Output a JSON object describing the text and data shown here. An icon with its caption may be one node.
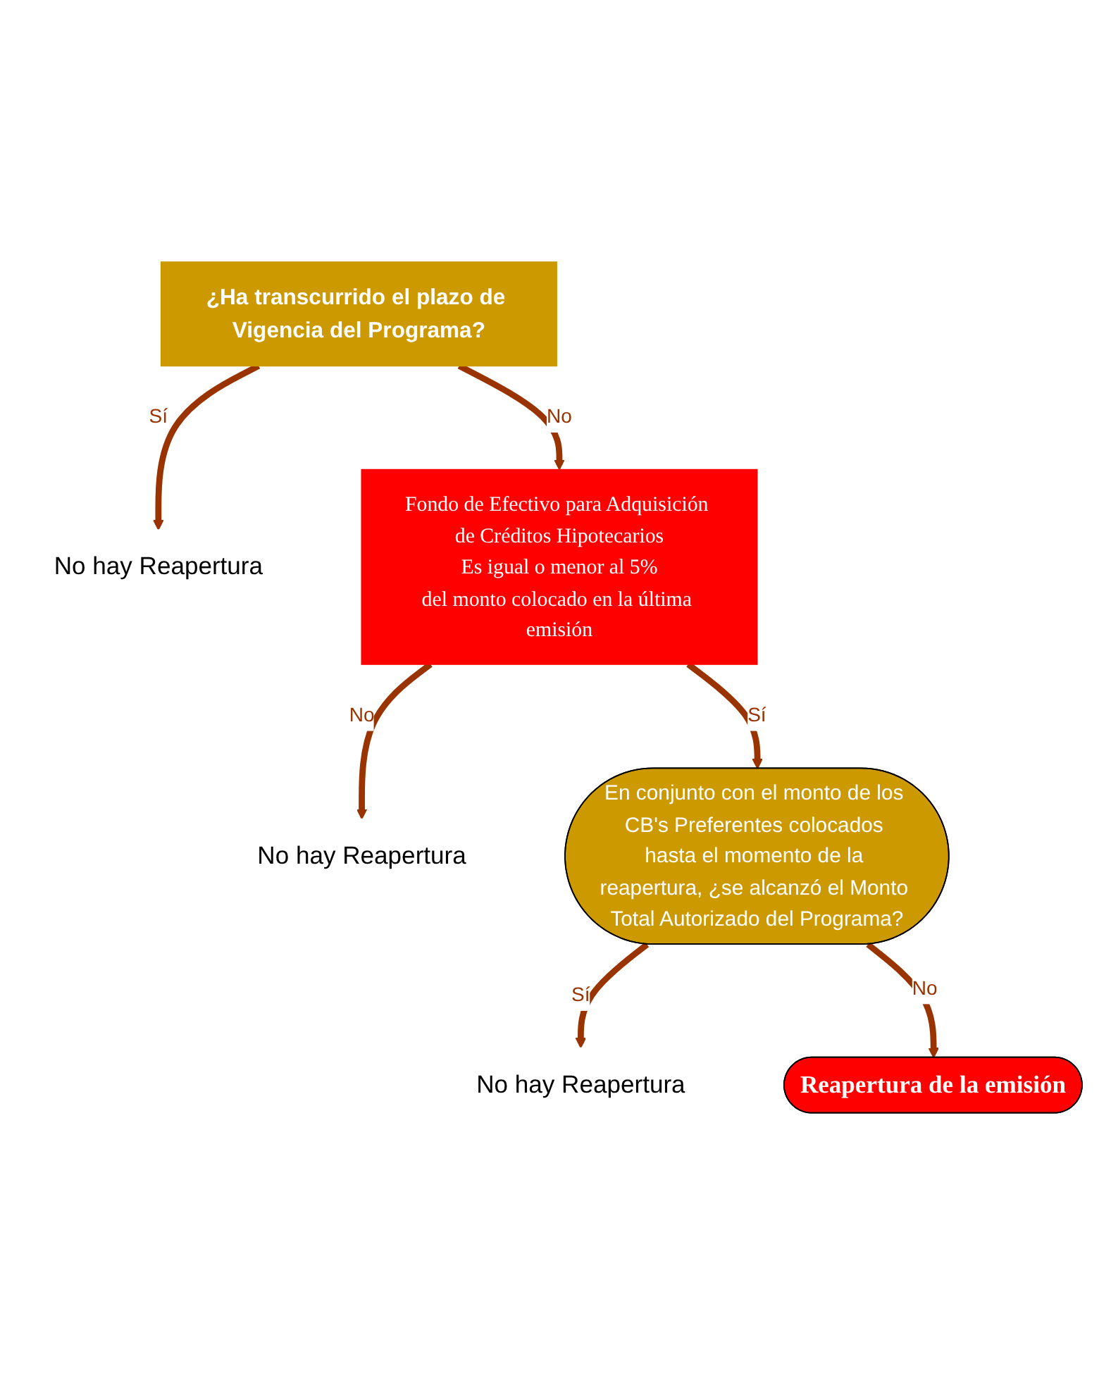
{
  "diagram": {
    "nodes": [
      {
        "text": [
          "¿Ha transcurrido el plazo de Vigencia del Programa?"
        ]
      },
      {
        "text": [
          "No hay Reapertura"
        ]
      },
      {
        "text": [
          "Fondo de Efectivo para Adquisición de Créditos Hipotecarios",
          "Es igual o menor al 5%",
          "del monto colocado en la última emisión"
        ]
      },
      {
        "text": [
          "No hay Reapertura"
        ]
      },
      {
        "text": [
          "En conjunto con el monto de los CB's Preferentes colocados hasta el momento de la reapertura, ¿se alcanzó el Monto Total Autorizado del Programa?"
        ]
      },
      {
        "text": [
          "No hay Reapertura"
        ]
      },
      {
        "text": [
          "Reapertura de la emisión"
        ]
      }
    ],
    "edges": [
      {
        "from": 0,
        "to": 1,
        "arrow": "to",
        "label": "Sí"
      },
      {
        "from": 0,
        "to": 2,
        "arrow": "to",
        "label": "No"
      },
      {
        "from": 2,
        "to": 3,
        "arrow": "to",
        "label": "No"
      },
      {
        "from": 2,
        "to": 4,
        "arrow": "to",
        "label": "Sí"
      },
      {
        "from": 4,
        "to": 5,
        "arrow": "to",
        "label": "Sí"
      },
      {
        "from": 4,
        "to": 6,
        "arrow": "to",
        "label": "No"
      }
    ]
  }
}
